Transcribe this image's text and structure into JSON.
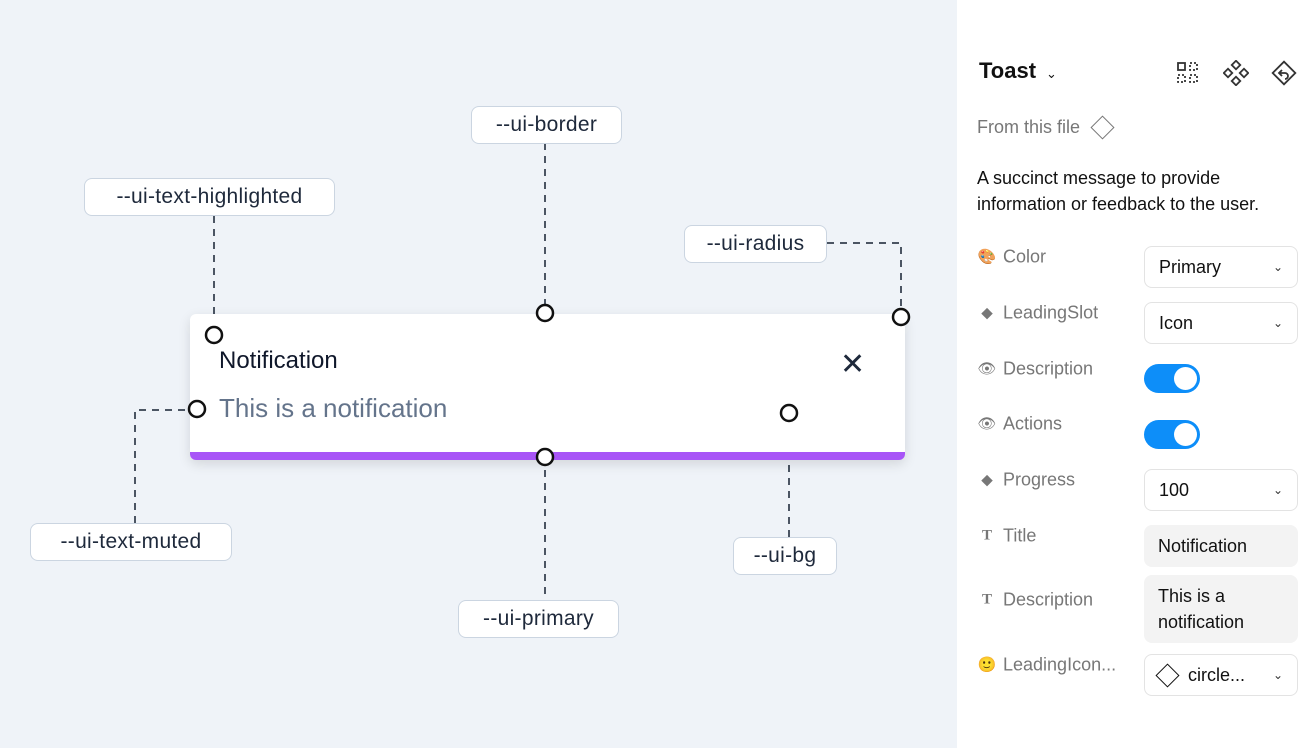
{
  "canvas": {
    "toast": {
      "title": "Notification",
      "description": "This is a notification",
      "close_icon": "x-icon",
      "progress": 100,
      "bar_color": "#a855f7"
    },
    "tokens": {
      "text_highlighted": "--ui-text-highlighted",
      "border": "--ui-border",
      "radius": "--ui-radius",
      "text_muted": "--ui-text-muted",
      "primary": "--ui-primary",
      "bg": "--ui-bg"
    }
  },
  "panel": {
    "component": "Toast",
    "source": "From this file",
    "description": "A succinct message to provide information or feedback to the user.",
    "props": {
      "color": {
        "label": "Color",
        "value": "Primary"
      },
      "leading_slot": {
        "label": "LeadingSlot",
        "value": "Icon"
      },
      "description_toggle": {
        "label": "Description",
        "on": true
      },
      "actions_toggle": {
        "label": "Actions",
        "on": true
      },
      "progress": {
        "label": "Progress",
        "value": "100"
      },
      "title": {
        "label": "Title",
        "value": "Notification"
      },
      "description_text": {
        "label": "Description",
        "value": "This is a notification"
      },
      "leading_icon": {
        "label": "LeadingIcon...",
        "value": "circle..."
      }
    },
    "toggle_color": "#0d8ef9"
  }
}
